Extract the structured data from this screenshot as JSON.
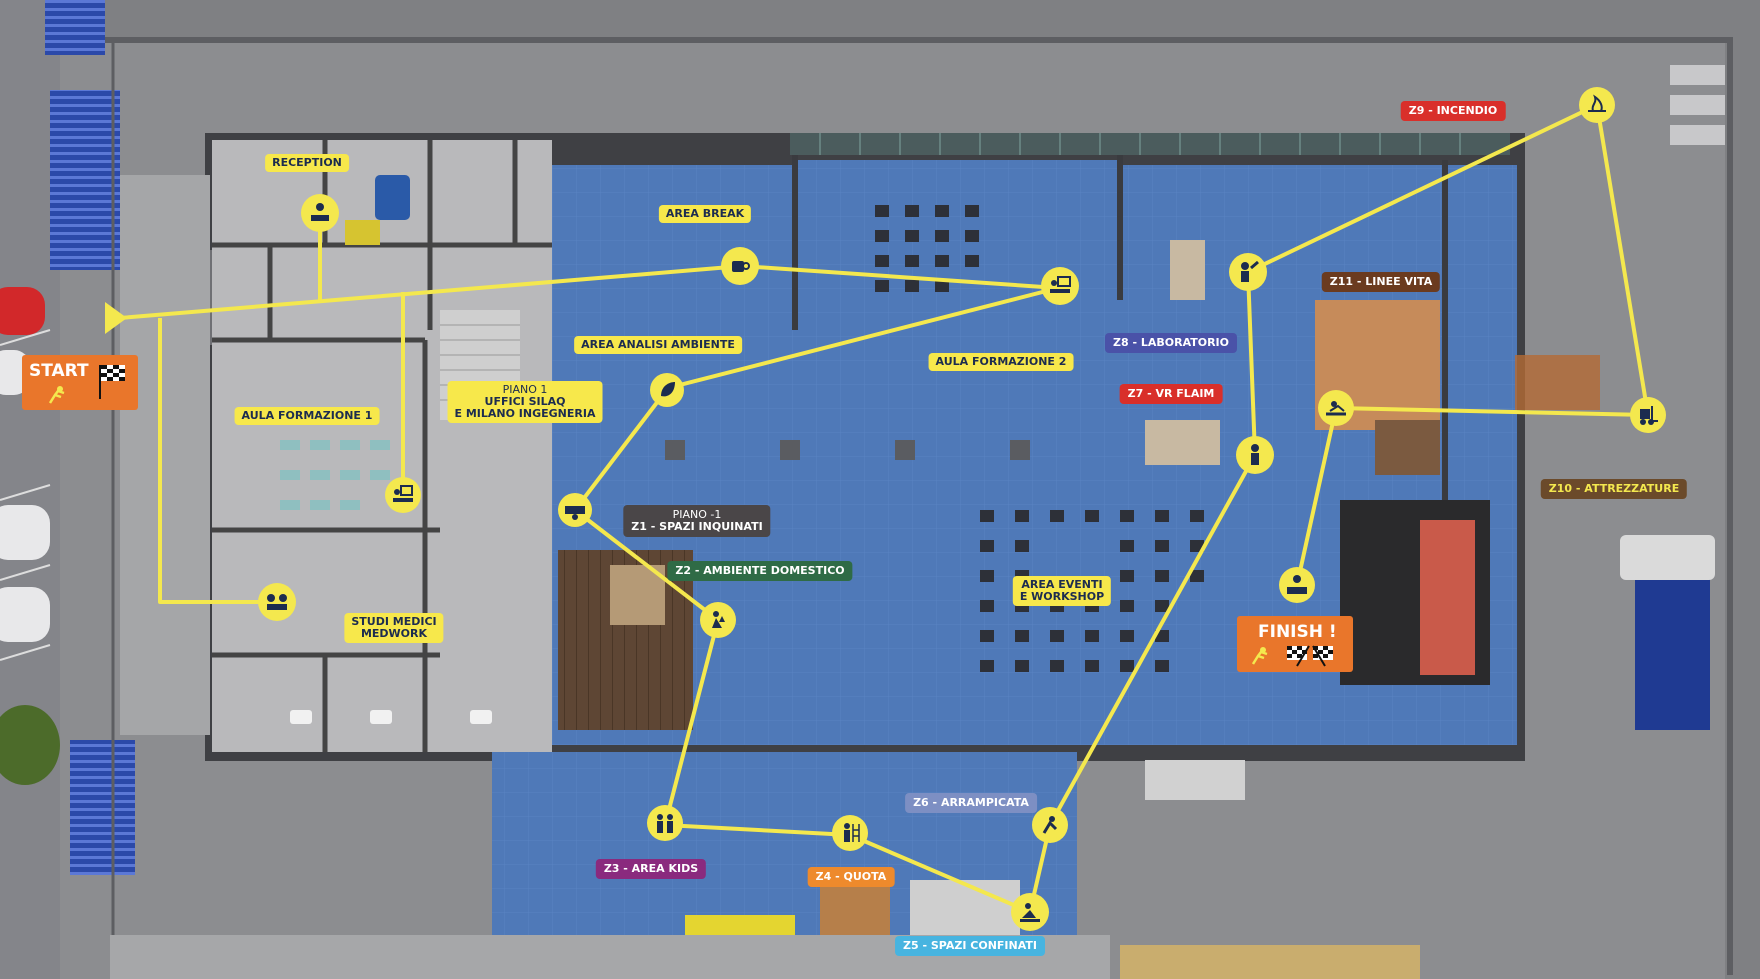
{
  "start": {
    "label": "START"
  },
  "finish": {
    "label": "FINISH !"
  },
  "labels": {
    "reception": "RECEPTION",
    "area_break": "AREA BREAK",
    "area_analisi_ambiente": "AREA ANALISI AMBIENTE",
    "aula_formazione_1": "AULA FORMAZIONE 1",
    "aula_formazione_2": "AULA FORMAZIONE 2",
    "piano1_line1": "PIANO 1",
    "piano1_line2": "UFFICI SILAQ",
    "piano1_line3": "E MILANO INGEGNERIA",
    "studi_medici_line1": "STUDI MEDICI",
    "studi_medici_line2": "MEDWORK",
    "area_eventi_line1": "AREA EVENTI",
    "area_eventi_line2": "E WORKSHOP"
  },
  "zones": {
    "z1_line1": "PIANO -1",
    "z1_line2": "Z1 - SPAZI INQUINATI",
    "z2": "Z2 - AMBIENTE DOMESTICO",
    "z3": "Z3 - AREA KIDS",
    "z4": "Z4 - QUOTA",
    "z5": "Z5 - SPAZI CONFINATI",
    "z6": "Z6 - ARRAMPICATA",
    "z7": "Z7 - VR FLAIM",
    "z8": "Z8 - LABORATORIO",
    "z9": "Z9 - INCENDIO",
    "z10": "Z10 - ATTREZZATURE",
    "z11": "Z11 - LINEE VITA"
  },
  "zone_colors": {
    "z1": "#4a4648",
    "z2": "#2f6b46",
    "z3": "#8a2a7e",
    "z4": "#ee8a2c",
    "z5": "#47b4e0",
    "z6": "#7d8fc3",
    "z7": "#d92f2a",
    "z8": "#4a52a8",
    "z9": "#d92f2a",
    "z10": "#6b4a2a",
    "z11": "#6b3b1f"
  },
  "colors": {
    "route": "#f4e84e",
    "floor": "#4f79b8",
    "badge": "#e9762b",
    "label": "#f7e84b"
  },
  "icons": [
    "reception-desk-icon",
    "coffee-cup-icon",
    "presentation-icon",
    "leaf-icon",
    "waste-bin-icon",
    "fire-icon",
    "worker-tool-icon",
    "forklift-icon",
    "harness-icon",
    "lifeline-icon",
    "workshop-icon",
    "vr-headset-icon",
    "climber-icon",
    "confined-space-icon",
    "ladder-worker-icon",
    "family-icon",
    "domestic-hazard-icon",
    "doctor-icon",
    "classroom-icon"
  ]
}
